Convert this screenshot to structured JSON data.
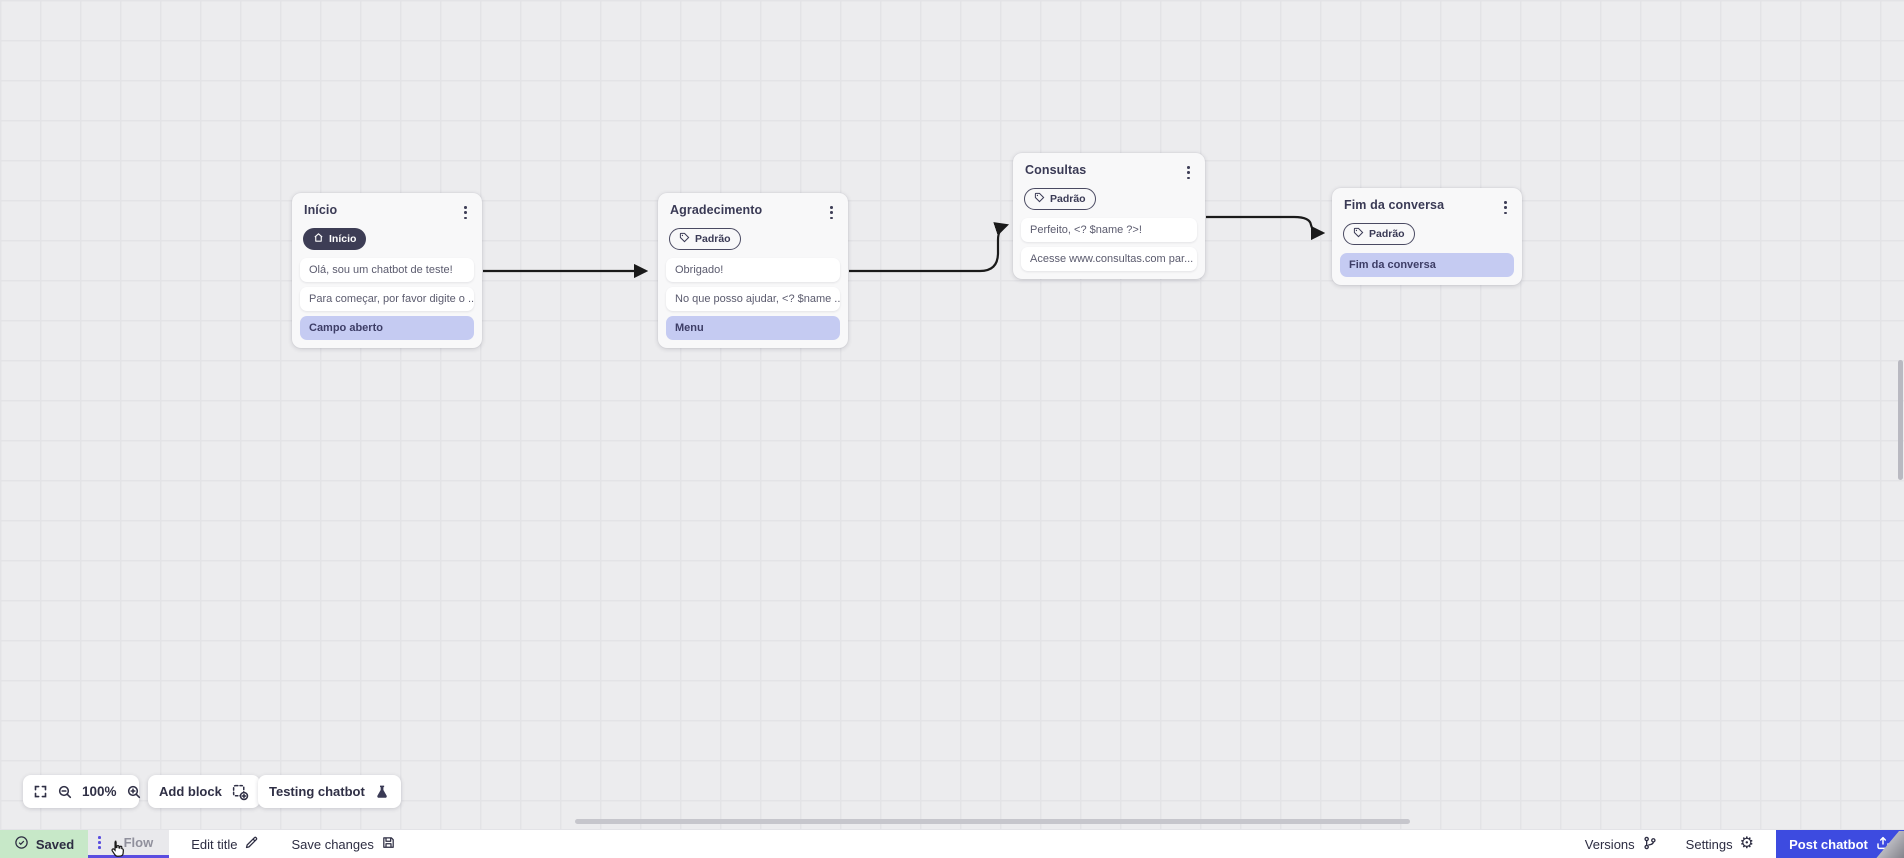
{
  "nodes": [
    {
      "title": "Início",
      "badge": "Início",
      "messages": [
        "Olá, sou um chatbot de teste!",
        "Para começar, por favor digite o ..."
      ],
      "action": "Campo aberto"
    },
    {
      "title": "Agradecimento",
      "tag": "Padrão",
      "messages": [
        "Obrigado!",
        "No que posso ajudar, <? $name ..."
      ],
      "action": "Menu"
    },
    {
      "title": "Consultas",
      "tag": "Padrão",
      "messages": [
        "Perfeito, <? $name ?>!",
        "Acesse www.consultas.com par..."
      ]
    },
    {
      "title": "Fim da conversa",
      "tag": "Padrão",
      "action": "Fim da conversa"
    }
  ],
  "toolbar": {
    "zoom_level": "100%",
    "add_block": "Add block",
    "testing_chatbot": "Testing chatbot"
  },
  "statusbar": {
    "saved": "Saved",
    "flow_tab": "Flow",
    "edit_title": "Edit title",
    "save_changes": "Save changes",
    "versions": "Versions",
    "settings": "Settings",
    "post_chatbot": "Post chatbot"
  },
  "colors": {
    "accent_purple": "#5a4de0",
    "post_button_blue": "#3d4be0",
    "saved_green": "#c7e8c8",
    "highlight_lavender": "#c5cbf2",
    "badge_dark": "#3d3d55",
    "canvas_bg": "#ececee",
    "wire_black": "#1a1a1a"
  }
}
